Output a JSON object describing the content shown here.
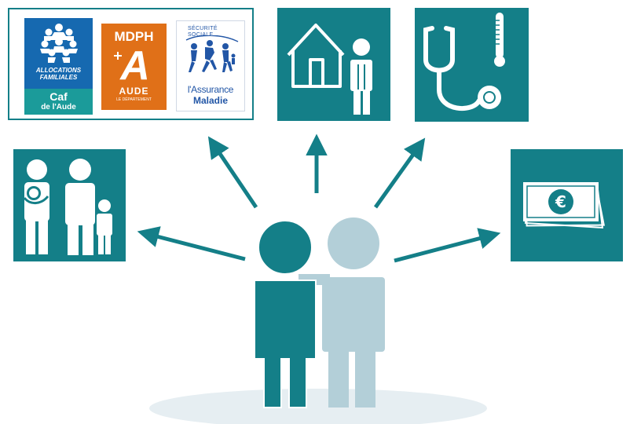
{
  "logos": {
    "caf": {
      "line1": "ALLOCATIONS",
      "line2": "FAMILIALES",
      "name": "Caf",
      "sub": "de l'Aude"
    },
    "mdph": {
      "title": "MDPH",
      "letter": "A",
      "dept": "AUDE",
      "tagline": "LE DÉPARTEMENT"
    },
    "assurance": {
      "arc": "SÉCURITÉ SOCIALE",
      "line1": "l'Assurance",
      "line2": "Maladie"
    }
  },
  "colors": {
    "teal": "#147f88",
    "light_person": "#b3cfd8",
    "ground": "#e6eef2",
    "caf_blue": "#1669b0",
    "caf_teal": "#1b9b9a",
    "mdph_orange": "#e07018",
    "assurance_blue": "#2256a6"
  },
  "icons": {
    "family": "family-icon",
    "house": "house-person-icon",
    "medical": "stethoscope-thermometer-icon",
    "money": "euro-banknotes-icon",
    "couple": "couple-icon"
  }
}
